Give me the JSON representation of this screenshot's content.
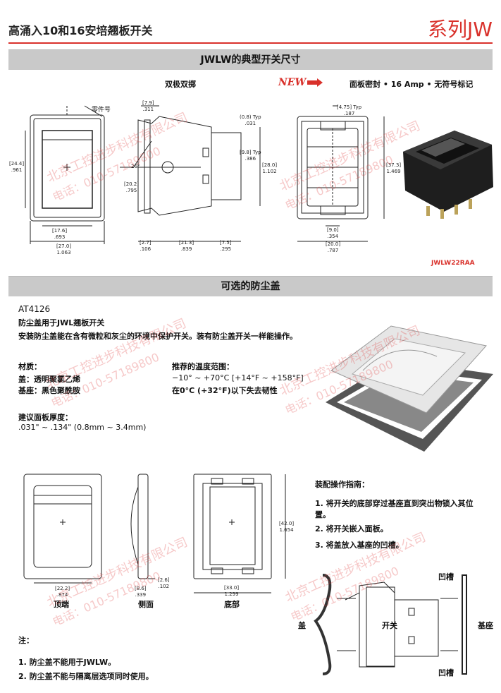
{
  "header": {
    "title": "高涌入10和16安培翘板开关",
    "series": "系列JW"
  },
  "section1": {
    "bar": "JWLW的典型开关尺寸",
    "left_caption": "双极双掷",
    "new_badge": "NEW",
    "right_caption": "面板密封 • 16 Amp • 无符号标记",
    "part_label": "零件号",
    "photo_caption": "JWLW22RAA",
    "dims": {
      "d1": "[7.9]\n.311",
      "d2": "(0.8) Typ\n.031",
      "d3": "[9.8] Typ\n.386",
      "d4": "[24.4]\n.961",
      "d5": "26°",
      "d6": "[20.2]\n.795",
      "d7": "[28.0]\n1.102",
      "d8": "[4.75] Typ\n.187",
      "d9": "[37.3]\n1.469",
      "d10": "[17.6]\n.693",
      "d11": "[27.0]\n1.063",
      "d12": "[2.7]\n.106",
      "d13": "[21.3]\n.839",
      "d14": "[7.5]\n.295",
      "d15": "[9.0]\n.354",
      "d16": "[20.0]\n.787"
    }
  },
  "section2": {
    "bar": "可选的防尘盖",
    "part_no": "AT4126",
    "subtitle": "防尘盖用于JWL翘板开关",
    "description": "安装防尘盖能在含有微粒和灰尘的环境中保护开关。装有防尘盖开关一样能操作。",
    "material_title": "材质：",
    "material_1": "盖：透明聚氯乙烯",
    "material_2": "基座：黑色聚酰胺",
    "temp_title": "推荐的温度范围：",
    "temp_1": "−10° ~ +70°C [+14°F ~ +158°F]",
    "temp_2": "在0°C (+32°F)以下失去韧性",
    "panel_title": "建议面板厚度：",
    "panel_value": ".031\" ~ .134\" (0.8mm ~ 3.4mm)"
  },
  "section3": {
    "view_top": "顶端",
    "view_side": "侧面",
    "view_bottom": "底部",
    "dims": {
      "a": "[22.2]\n.874",
      "b": "[8.6]\n.339",
      "c": "[2.6]\n.102",
      "d": "[33.0]\n1.299",
      "e": "[42.0]\n1.654"
    },
    "guide_title": "装配操作指南：",
    "steps": [
      "1.  将开关的底部穿过基座直到突出物锁入其位置。",
      "2. 将开关嵌入面板。",
      "3. 将盖放入基座的凹槽。"
    ],
    "label_groove_top": "凹槽",
    "label_groove_bottom": "凹槽",
    "label_cover": "盖",
    "label_switch": "开关",
    "label_base": "基座"
  },
  "notes": {
    "title": "注：",
    "items": [
      "1. 防尘盖不能用于JWLW。",
      "2. 防尘盖不能与隔离层选项同时使用。"
    ]
  },
  "watermark": {
    "company": "北京工控进步科技有限公司",
    "phone": "电话：010-57189800"
  }
}
